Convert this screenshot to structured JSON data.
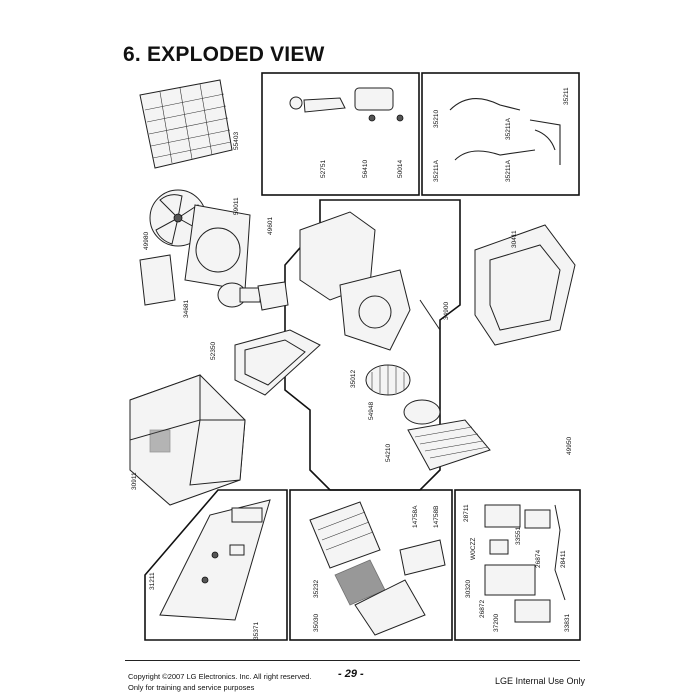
{
  "title": "6. EXPLODED VIEW",
  "labels": {
    "p55403": "55403",
    "p59011": "59011",
    "p49980": "49980",
    "p49601": "49601",
    "p34681": "34681",
    "p52350": "52350",
    "p30911": "30911",
    "p52751": "52751",
    "p56410": "56410",
    "p50014": "50014",
    "p35210": "35210",
    "p35211": "35211",
    "p35211a": "35211A",
    "p35211b": "35211A",
    "p35211c": "35211A",
    "p30411": "30411",
    "p34900": "34900",
    "p35012": "35012",
    "p54948": "54948",
    "p54210": "54210",
    "p49950": "49950",
    "p31211": "31211",
    "p35371": "35371",
    "p35232": "35232",
    "p35030": "35030",
    "p14758a": "14758A",
    "p14758b": "14758B",
    "p28711": "28711",
    "p33551": "33551",
    "pw0CZZ": "W0CZZ",
    "p28411": "28411",
    "p26874": "26874",
    "p30320": "30320",
    "p26872": "26872",
    "p37200": "37200",
    "p33831": "33831"
  },
  "footer": {
    "copyright": "Copyright ©2007 LG Electronics. Inc. All right reserved.",
    "training": "Only for training and service purposes",
    "page": "- 29 -",
    "internal": "LGE Internal Use Only"
  }
}
